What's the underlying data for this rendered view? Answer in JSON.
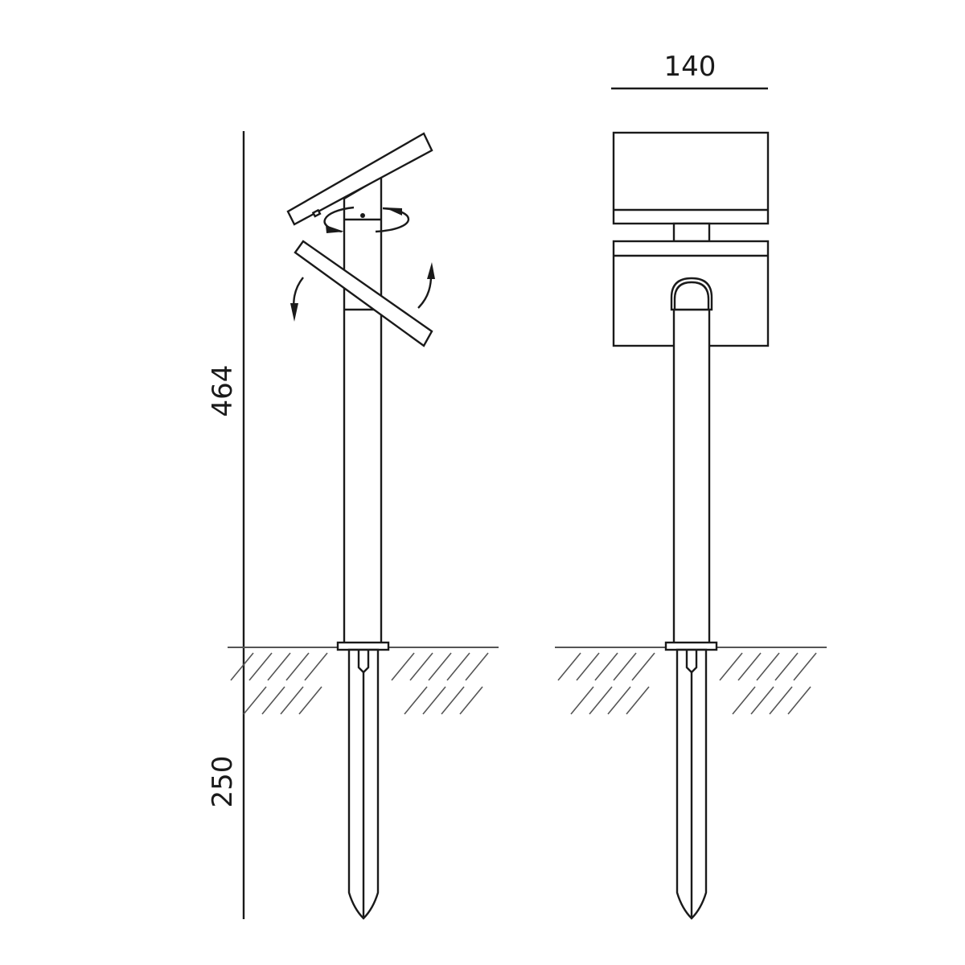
{
  "dimensions": {
    "width_label": "140",
    "height_above_ground_label": "464",
    "spike_depth_label": "250"
  },
  "colors": {
    "line": "#1a1a1a",
    "hatch": "#555555",
    "background": "#ffffff"
  }
}
